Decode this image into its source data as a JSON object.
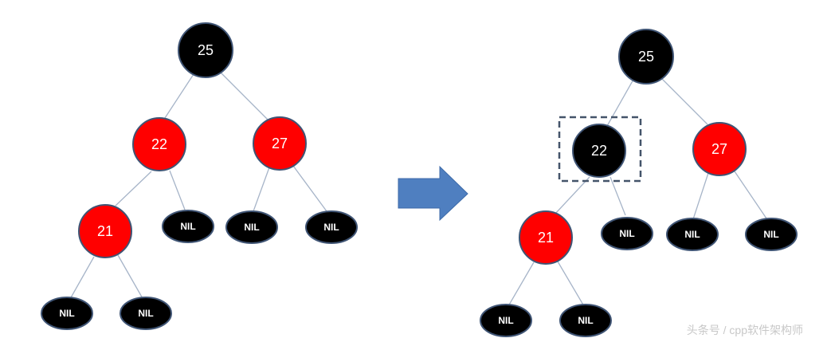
{
  "before_tree": {
    "root": {
      "label": "25",
      "color": "black"
    },
    "left": {
      "label": "22",
      "color": "red"
    },
    "right": {
      "label": "27",
      "color": "red"
    },
    "left_left": {
      "label": "21",
      "color": "red"
    },
    "nil_label": "NIL"
  },
  "after_tree": {
    "root": {
      "label": "25",
      "color": "black"
    },
    "left": {
      "label": "22",
      "color": "black",
      "highlighted": true
    },
    "right": {
      "label": "27",
      "color": "red"
    },
    "left_left": {
      "label": "21",
      "color": "red"
    },
    "nil_label": "NIL"
  },
  "transition_icon": "right-arrow-icon",
  "colors": {
    "black_node": "#000000",
    "red_node": "#ff0000",
    "node_border": "#3f5474",
    "edge": "#a6b4c8",
    "arrow": "#4f7fc0"
  },
  "watermark": "头条号 / cpp软件架构师"
}
